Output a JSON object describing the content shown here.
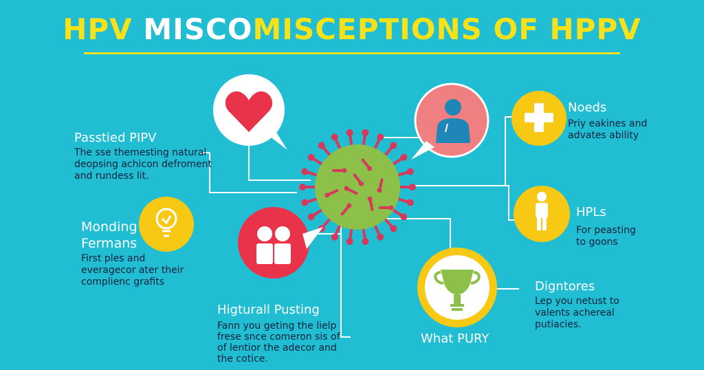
{
  "title": {
    "part1": "HPV",
    "part2": "MISCO",
    "part3": "MISCEPTIONS OF HPPV"
  },
  "colors": {
    "background": "#20bdd3",
    "title_yellow": "#f5e21b",
    "heart_red": "#e8334a",
    "virus_green": "#8cc049",
    "spike_red": "#d6395b",
    "salmon": "#f07f82",
    "person_blue": "#1f87b8",
    "yellow_badge": "#f7c814",
    "dark_text": "#10213a"
  },
  "left_top": {
    "heading": "Passtied PIPV",
    "lines": [
      "The sse themesting natural",
      "deopsing achicon defroment",
      "and rundess lit."
    ]
  },
  "left_middle": {
    "heading_lines": [
      "Monding",
      "Fermans"
    ],
    "lines": [
      "First ples and",
      "everagecor ater their",
      "complienc grafits"
    ]
  },
  "bottom_center": {
    "heading": "Higturall Pusting",
    "lines": [
      "Fann you geting the lielp",
      "frese snce comeron sis of",
      "of lentior the adecor and",
      "the cotice."
    ]
  },
  "right_top": {
    "heading": "Noeds",
    "lines": [
      "Priy eakines and",
      "advates ability"
    ]
  },
  "right_middle": {
    "heading": "HPLs",
    "lines": [
      "For peasting",
      "to goons"
    ]
  },
  "right_bottom": {
    "heading": "Digntores",
    "lines": [
      "Lep you netust to",
      "valents achereal",
      "putiacies."
    ]
  },
  "trophy_label": "What PURY",
  "icons": [
    "heart-icon",
    "virus-icon",
    "person-icon",
    "plus-icon",
    "standing-person-icon",
    "lightbulb-icon",
    "people-icon",
    "trophy-icon"
  ]
}
